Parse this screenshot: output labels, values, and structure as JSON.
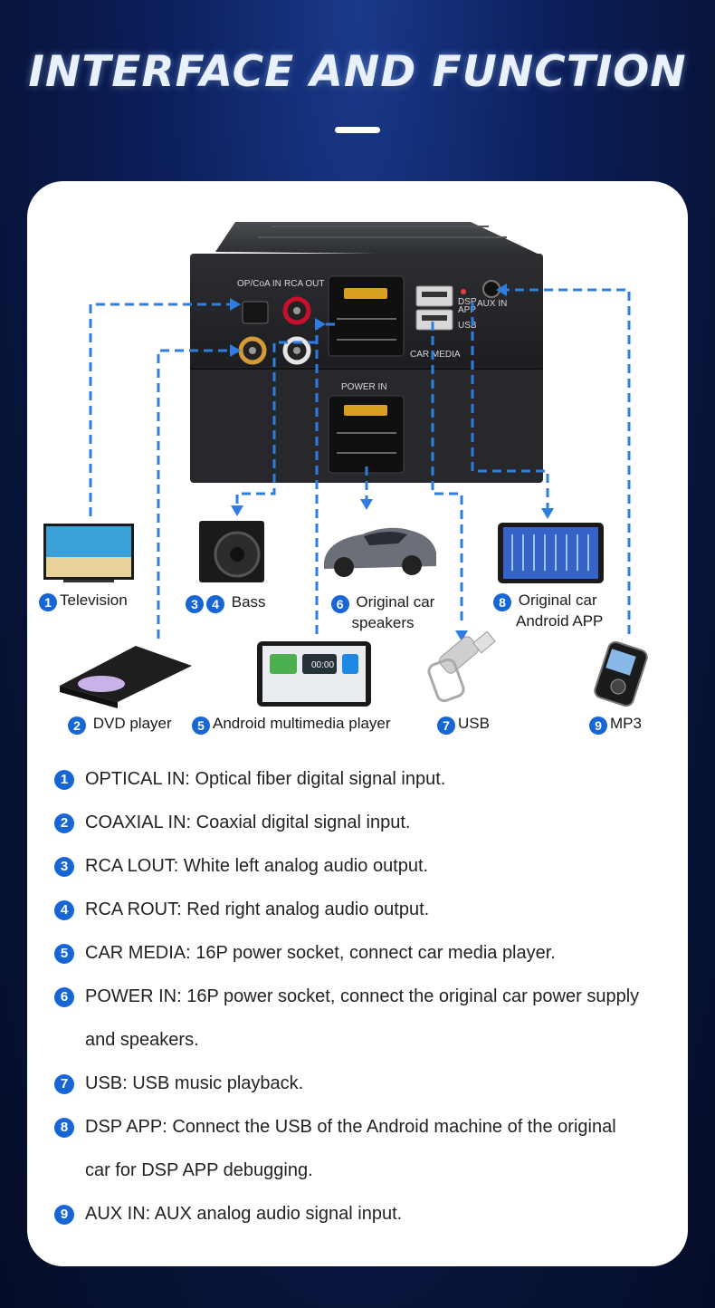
{
  "header": {
    "title": "INTERFACE AND FUNCTION"
  },
  "device": {
    "port_opcoa": "OP/CoA IN",
    "port_rca": "RCA OUT",
    "port_dsp": "DSP",
    "port_app": "APP",
    "port_usb": "USB",
    "port_aux": "AUX IN",
    "port_carmedia": "CAR MEDIA",
    "port_power": "POWER IN"
  },
  "devices": {
    "television": {
      "num": "1",
      "label": "Television"
    },
    "bass": {
      "num_a": "3",
      "num_b": "4",
      "label": "Bass"
    },
    "speakers": {
      "num": "6",
      "line1": "Original car",
      "line2": "speakers"
    },
    "android_app": {
      "num": "8",
      "line1": "Original car",
      "line2": "Android APP"
    },
    "dvd": {
      "num": "2",
      "label": "DVD player"
    },
    "android_player": {
      "num": "5",
      "label": "Android multimedia player",
      "clock": "00:00"
    },
    "usb": {
      "num": "7",
      "label": "USB"
    },
    "mp3": {
      "num": "9",
      "label": "MP3"
    }
  },
  "descriptions": [
    {
      "num": "1",
      "line1": "OPTICAL IN: Optical fiber digital signal input.",
      "line2": ""
    },
    {
      "num": "2",
      "line1": "COAXIAL IN: Coaxial digital signal input.",
      "line2": ""
    },
    {
      "num": "3",
      "line1": "RCA LOUT: White left analog audio output.",
      "line2": ""
    },
    {
      "num": "4",
      "line1": "RCA ROUT: Red right analog audio output.",
      "line2": ""
    },
    {
      "num": "5",
      "line1": "CAR MEDIA: 16P power socket, connect car media player.",
      "line2": ""
    },
    {
      "num": "6",
      "line1": "POWER IN: 16P power socket, connect the original car power supply",
      "line2": "and speakers."
    },
    {
      "num": "7",
      "line1": "USB: USB music playback.",
      "line2": ""
    },
    {
      "num": "8",
      "line1": "DSP APP: Connect the USB of the Android machine of the original",
      "line2": "car for DSP APP debugging."
    },
    {
      "num": "9",
      "line1": "AUX IN: AUX analog audio signal input.",
      "line2": ""
    }
  ],
  "colors": {
    "accent": "#1766d6",
    "line": "#2f7de0",
    "background": "#0d2160"
  }
}
